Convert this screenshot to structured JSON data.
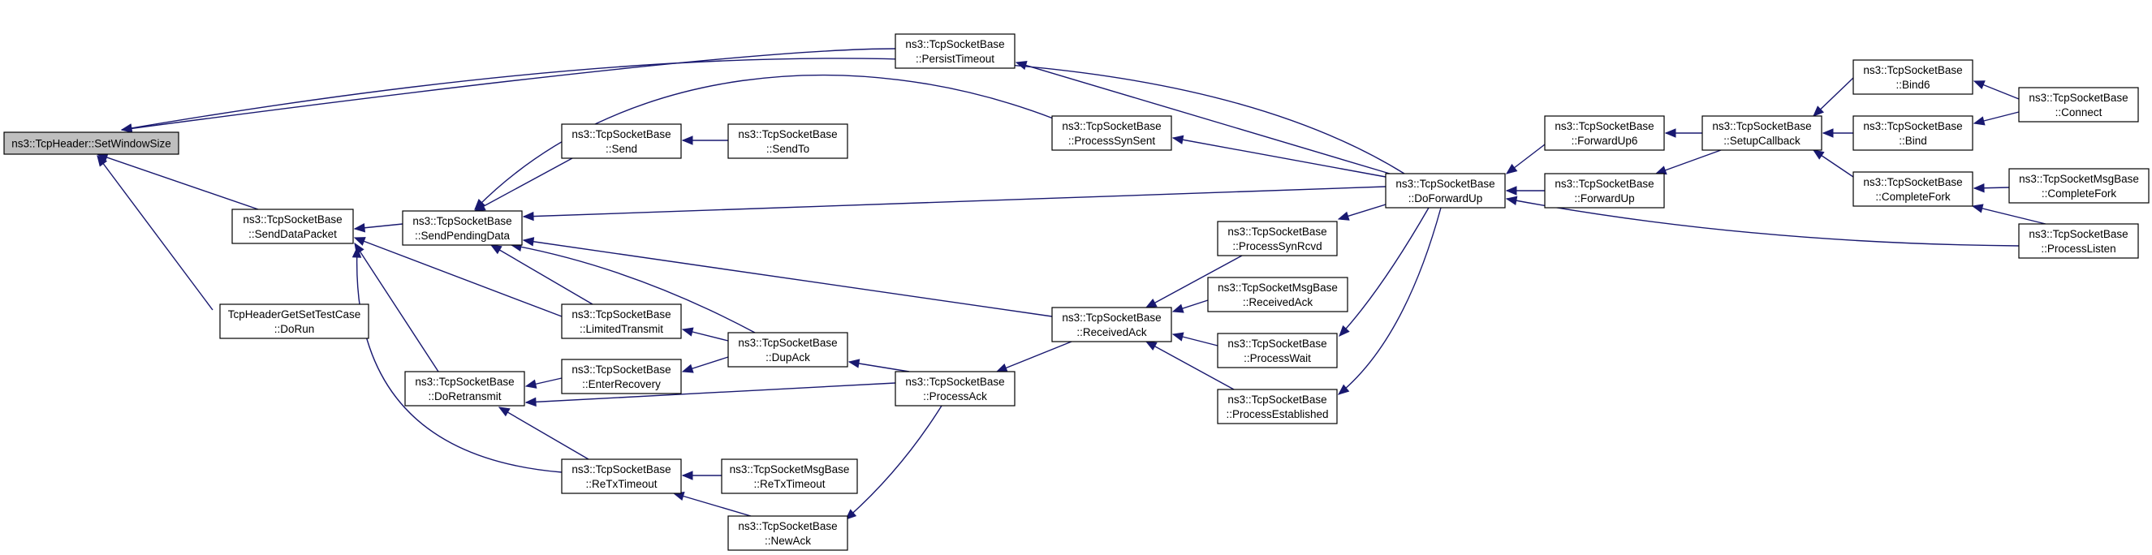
{
  "diagram": {
    "type": "call-graph",
    "edge_color": "#191970",
    "root_fill": "#bfbfbf",
    "nodes": [
      {
        "id": "root",
        "lines": [
          "ns3::TcpHeader::SetWindowSize"
        ],
        "root": true
      },
      {
        "id": "persist",
        "lines": [
          "ns3::TcpSocketBase",
          "::PersistTimeout"
        ]
      },
      {
        "id": "senddatapacket",
        "lines": [
          "ns3::TcpSocketBase",
          "::SendDataPacket"
        ]
      },
      {
        "id": "testcase",
        "lines": [
          "TcpHeaderGetSetTestCase",
          "::DoRun"
        ]
      },
      {
        "id": "sendpending",
        "lines": [
          "ns3::TcpSocketBase",
          "::SendPendingData"
        ]
      },
      {
        "id": "doretransmit",
        "lines": [
          "ns3::TcpSocketBase",
          "::DoRetransmit"
        ]
      },
      {
        "id": "send",
        "lines": [
          "ns3::TcpSocketBase",
          "::Send"
        ]
      },
      {
        "id": "limited",
        "lines": [
          "ns3::TcpSocketBase",
          "::LimitedTransmit"
        ]
      },
      {
        "id": "enterrecovery",
        "lines": [
          "ns3::TcpSocketBase",
          "::EnterRecovery"
        ]
      },
      {
        "id": "retxtimeout",
        "lines": [
          "ns3::TcpSocketBase",
          "::ReTxTimeout"
        ]
      },
      {
        "id": "sendto",
        "lines": [
          "ns3::TcpSocketBase",
          "::SendTo"
        ]
      },
      {
        "id": "dupack",
        "lines": [
          "ns3::TcpSocketBase",
          "::DupAck"
        ]
      },
      {
        "id": "msgretx",
        "lines": [
          "ns3::TcpSocketMsgBase",
          "::ReTxTimeout"
        ]
      },
      {
        "id": "newack",
        "lines": [
          "ns3::TcpSocketBase",
          "::NewAck"
        ]
      },
      {
        "id": "processack",
        "lines": [
          "ns3::TcpSocketBase",
          "::ProcessAck"
        ]
      },
      {
        "id": "synsent",
        "lines": [
          "ns3::TcpSocketBase",
          "::ProcessSynSent"
        ]
      },
      {
        "id": "receivedack",
        "lines": [
          "ns3::TcpSocketBase",
          "::ReceivedAck"
        ]
      },
      {
        "id": "synrcvd",
        "lines": [
          "ns3::TcpSocketBase",
          "::ProcessSynRcvd"
        ]
      },
      {
        "id": "msgreceivedack",
        "lines": [
          "ns3::TcpSocketMsgBase",
          "::ReceivedAck"
        ]
      },
      {
        "id": "processwait",
        "lines": [
          "ns3::TcpSocketBase",
          "::ProcessWait"
        ]
      },
      {
        "id": "established",
        "lines": [
          "ns3::TcpSocketBase",
          "::ProcessEstablished"
        ]
      },
      {
        "id": "doforwardup",
        "lines": [
          "ns3::TcpSocketBase",
          "::DoForwardUp"
        ]
      },
      {
        "id": "forwardup6",
        "lines": [
          "ns3::TcpSocketBase",
          "::ForwardUp6"
        ]
      },
      {
        "id": "forwardup",
        "lines": [
          "ns3::TcpSocketBase",
          "::ForwardUp"
        ]
      },
      {
        "id": "setupcallback",
        "lines": [
          "ns3::TcpSocketBase",
          "::SetupCallback"
        ]
      },
      {
        "id": "bind6",
        "lines": [
          "ns3::TcpSocketBase",
          "::Bind6"
        ]
      },
      {
        "id": "bind",
        "lines": [
          "ns3::TcpSocketBase",
          "::Bind"
        ]
      },
      {
        "id": "completefork",
        "lines": [
          "ns3::TcpSocketBase",
          "::CompleteFork"
        ]
      },
      {
        "id": "connect",
        "lines": [
          "ns3::TcpSocketBase",
          "::Connect"
        ]
      },
      {
        "id": "msgcompletefork",
        "lines": [
          "ns3::TcpSocketMsgBase",
          "::CompleteFork"
        ]
      },
      {
        "id": "processlisten",
        "lines": [
          "ns3::TcpSocketBase",
          "::ProcessListen"
        ]
      }
    ],
    "edges": [
      {
        "from": "persist",
        "to": "root"
      },
      {
        "from": "senddatapacket",
        "to": "root"
      },
      {
        "from": "testcase",
        "to": "root"
      },
      {
        "from": "doforwardup",
        "to": "root"
      },
      {
        "from": "sendpending",
        "to": "senddatapacket"
      },
      {
        "from": "limited",
        "to": "senddatapacket"
      },
      {
        "from": "doretransmit",
        "to": "senddatapacket"
      },
      {
        "from": "retxtimeout",
        "to": "senddatapacket"
      },
      {
        "from": "send",
        "to": "sendpending"
      },
      {
        "from": "limited",
        "to": "sendpending"
      },
      {
        "from": "dupack",
        "to": "sendpending"
      },
      {
        "from": "synsent",
        "to": "sendpending"
      },
      {
        "from": "receivedack",
        "to": "sendpending"
      },
      {
        "from": "doforwardup",
        "to": "sendpending"
      },
      {
        "from": "sendto",
        "to": "send"
      },
      {
        "from": "dupack",
        "to": "limited"
      },
      {
        "from": "dupack",
        "to": "enterrecovery"
      },
      {
        "from": "enterrecovery",
        "to": "doretransmit"
      },
      {
        "from": "processack",
        "to": "doretransmit"
      },
      {
        "from": "retxtimeout",
        "to": "doretransmit"
      },
      {
        "from": "msgretx",
        "to": "retxtimeout"
      },
      {
        "from": "newack",
        "to": "retxtimeout"
      },
      {
        "from": "processack",
        "to": "dupack"
      },
      {
        "from": "processack",
        "to": "newack"
      },
      {
        "from": "receivedack",
        "to": "processack"
      },
      {
        "from": "doforwardup",
        "to": "synsent"
      },
      {
        "from": "synrcvd",
        "to": "receivedack"
      },
      {
        "from": "msgreceivedack",
        "to": "receivedack"
      },
      {
        "from": "processwait",
        "to": "receivedack"
      },
      {
        "from": "established",
        "to": "receivedack"
      },
      {
        "from": "doforwardup",
        "to": "synrcvd"
      },
      {
        "from": "doforwardup",
        "to": "processwait"
      },
      {
        "from": "doforwardup",
        "to": "established"
      },
      {
        "from": "doforwardup",
        "to": "persist"
      },
      {
        "from": "forwardup6",
        "to": "doforwardup"
      },
      {
        "from": "forwardup",
        "to": "doforwardup"
      },
      {
        "from": "setupcallback",
        "to": "forwardup6"
      },
      {
        "from": "setupcallback",
        "to": "forwardup"
      },
      {
        "from": "bind6",
        "to": "setupcallback"
      },
      {
        "from": "bind",
        "to": "setupcallback"
      },
      {
        "from": "completefork",
        "to": "setupcallback"
      },
      {
        "from": "connect",
        "to": "bind6"
      },
      {
        "from": "connect",
        "to": "bind"
      },
      {
        "from": "msgcompletefork",
        "to": "completefork"
      },
      {
        "from": "processlisten",
        "to": "completefork"
      },
      {
        "from": "processlisten",
        "to": "doforwardup"
      }
    ]
  }
}
